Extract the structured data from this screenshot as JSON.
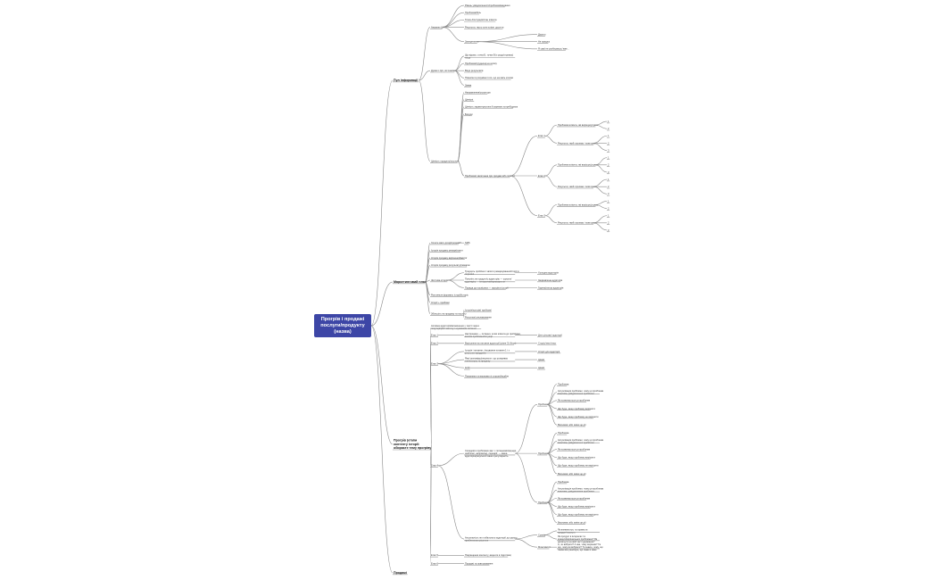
{
  "root": "Прогрів і продажі послуги/продукту (назва)",
  "branches": [
    {
      "label": "Пул інформації",
      "children": [
        {
          "label": "Анамнез ЦА",
          "children": [
            {
              "label": "Рівень усвідомленості/проблеми/жадання"
            },
            {
              "label": "Проблема/біль"
            },
            {
              "label": "Точка А/ситуація/стан клієнта"
            },
            {
              "label": "Результат, якого хоче клієнт досягти"
            },
            {
              "label": "Заперечення",
              "children": [
                {
                  "label": "Дорого"
                },
                {
                  "label": "Не працює"
                },
                {
                  "label": "Я сам/ не розбираюсь/ вже…"
                }
              ]
            }
          ]
        },
        {
          "label": "Думки з ЦА, які знаємо",
          "children": [
            {
              "label": "Що відомо, точка Б, точка В (з роду/отримує) тощо"
            },
            {
              "label": "Проблеми/труднощі на шляху"
            },
            {
              "label": "Види результатів"
            },
            {
              "label": "Помилки в розумінні того, що на якісь етапах"
            },
            {
              "label": "Заява"
            }
          ]
        },
        {
          "label": "Цінність продукту/послуги",
          "children": [
            {
              "label": "Направлення/структура"
            },
            {
              "label": "Ціннісні"
            },
            {
              "label": "Цінність характеристики й окремих потреб/думок"
            },
            {
              "label": "Бонуси"
            },
            {
              "label": "Проблеми/ запитання при продажі або послузі",
              "children": [
                {
                  "label": "Етап 1",
                  "children": [
                    {
                      "label": "Проблеми клієнта, які вирішує/усуває",
                      "children": [
                        {
                          "label": "1"
                        },
                        {
                          "label": "2"
                        }
                      ]
                    },
                    {
                      "label": "Результат, який отримає і повторює",
                      "children": [
                        {
                          "label": "1"
                        },
                        {
                          "label": "2"
                        },
                        {
                          "label": "3"
                        }
                      ]
                    }
                  ]
                },
                {
                  "label": "Етап 2",
                  "children": [
                    {
                      "label": "Проблеми клієнта, які вирішує/усуває",
                      "children": [
                        {
                          "label": "1"
                        },
                        {
                          "label": "2"
                        },
                        {
                          "label": "3"
                        }
                      ]
                    },
                    {
                      "label": "Результат, який отримає і повторює",
                      "children": [
                        {
                          "label": "1"
                        },
                        {
                          "label": "2"
                        },
                        {
                          "label": "3"
                        }
                      ]
                    }
                  ]
                },
                {
                  "label": "Етап 3",
                  "children": [
                    {
                      "label": "Проблеми клієнта, які вирішує/усуває",
                      "children": [
                        {
                          "label": "1"
                        },
                        {
                          "label": "2"
                        }
                      ]
                    },
                    {
                      "label": "Результат, який отримає і повторює",
                      "children": [
                        {
                          "label": "1"
                        },
                        {
                          "label": "2"
                        },
                        {
                          "label": "3"
                        }
                      ]
                    }
                  ]
                }
              ]
            }
          ]
        }
      ]
    },
    {
      "label": "Маркетинговий план",
      "children": [
        {
          "label": "Хочете мати дохід/продажі?",
          "children": [
            {
              "label": "SMS"
            }
          ]
        },
        {
          "label": "Історія продажу ремарк/запит"
        },
        {
          "label": "Історія продажу вирішеної/вжитої"
        },
        {
          "label": "Історія продажу результату/ремарок"
        },
        {
          "label": "Життєва історія",
          "children": [
            {
              "label": "Тридцять проблем / запити ремаркування/історії в переказі",
              "children": [
                {
                  "label": "Холодна аудиторія"
                }
              ]
            },
            {
              "label": "Поясніть як продукт/у аудиторію — шукати/ аудиторію — інтерактив/прискорення",
              "children": [
                {
                  "label": "Зацікавлена аудиторія"
                }
              ]
            },
            {
              "label": "Порада до поспішних — прогрів в історії",
              "children": [
                {
                  "label": "Гаряча/тепла аудиторія"
                }
              ]
            }
          ]
        },
        {
          "label": "Розгляньте форматы історій/сторіс"
        },
        {
          "label": "Історії + прийоми"
        },
        {
          "label": "Збільшіть на продажу та послугу",
          "children": [
            {
              "label": "Історія/прогрів/ прийоми/"
            },
            {
              "label": "Розсилка/ рекламування"
            }
          ]
        }
      ]
    },
    {
      "label": "Прогрів (етапи контенту історії: обираєте тему прогріву й у різних ТЗ)",
      "children": [
        {
          "label": "Активна аудиторія/визначення у тексті через покупців/ріст/частину і шукавшим питання"
        },
        {
          "label": "Етап 1",
          "children": [
            {
              "label": "Настроювач — питання, шлях клієнта до проблеми, виклик проблеми/ситуації",
              "children": [
                {
                  "label": "Для цільової аудиторії"
                }
              ]
            }
          ]
        },
        {
          "label": "Етап 2",
          "children": [
            {
              "label": "Вирішення на питання аудиторії (різне 3) (блок)",
              "children": [
                {
                  "label": "Сторіс/тект/текст"
                }
              ]
            }
          ]
        },
        {
          "label": "Етап 3",
          "children": [
            {
              "label": "Історія і питання, з'ясування питання 1 і з реальних продуктів",
              "children": [
                {
                  "label": "Історії для аудиторії"
                }
              ]
            },
            {
              "label": "Яка/ розповідь/результат: що розкриває тип/послугу та продажу",
              "children": [
                {
                  "label": "Цікаві"
                }
              ]
            },
            {
              "label": "Кейс",
              "children": [
                {
                  "label": "Цікаві"
                }
              ]
            },
            {
              "label": "Показники та висновки зі стороні/інсайти"
            }
          ]
        },
        {
          "label": "Етап 4",
          "children": [
            {
              "label": "Складові в проблемах вас: з питаннями/раунди, шаблони, наприклад, сценарії, — ваша аудиторія/результат/ вашої регулярність",
              "children": [
                {
                  "label": "Проблема",
                  "children": [
                    {
                      "label": "Проблема"
                    },
                    {
                      "label": "Актуалізація проблеми, чому ця проблема важлива, усвідомлення проблеми"
                    },
                    {
                      "label": "Як позначається ця проблема"
                    },
                    {
                      "label": "Що буде, якщо проблему вирішити"
                    },
                    {
                      "label": "Що буде, якщо проблему не вирішити"
                    },
                    {
                      "label": "Висновки: або зміни це дії"
                    }
                  ]
                },
                {
                  "label": "Проблема",
                  "children": [
                    {
                      "label": "Проблема"
                    },
                    {
                      "label": "Актуалізація проблеми, чому ця проблема важлива, усвідомлення проблеми"
                    },
                    {
                      "label": "Як позначається ця проблема"
                    },
                    {
                      "label": "Що буде, якщо проблему вирішити"
                    },
                    {
                      "label": "Що буде, якщо проблему не вирішити"
                    },
                    {
                      "label": "Висновки: або зміни це дії"
                    }
                  ]
                },
                {
                  "label": "Проблема",
                  "children": [
                    {
                      "label": "Проблема"
                    },
                    {
                      "label": "Актуалізація проблеми, чому ця проблема важлива, усвідомлення проблеми"
                    },
                    {
                      "label": "Як позначається ця проблема"
                    },
                    {
                      "label": "Що буде, якщо проблему вирішити"
                    },
                    {
                      "label": "Що буде, якщо проблему не вирішити"
                    },
                    {
                      "label": "Висновки: або зміни це дії"
                    }
                  ]
                }
              ]
            },
            {
              "label": "Актуальність як глобального аудиторії до одного проблемного рішення",
              "children": [
                {
                  "label": "Сумнів",
                  "children": [
                    {
                      "label": "Як впевнитися, та привести продукт/послуги"
                    },
                    {
                      "label": "Як продукт в інтересах та кращих/вирішальних проблемах? Як досягнуте на якій часті держання?"
                    }
                  ]
                },
                {
                  "label": "Можливості",
                  "children": [
                    {
                      "label": "А, чи вибрати? А яка, чому вирішив? Та що, чому ви вибрали? Ти знаєш, чому, що також все реалізую, що саме в зміні вибору"
                    }
                  ]
                }
              ]
            }
          ]
        },
        {
          "label": "Етап 5",
          "children": [
            {
              "label": "Покращення контенту, акценти в підготовці"
            }
          ]
        },
        {
          "label": "Етап 6",
          "children": [
            {
              "label": "Продажі та повторювання"
            }
          ]
        }
      ]
    },
    {
      "label": "Продажі",
      "children": []
    }
  ]
}
